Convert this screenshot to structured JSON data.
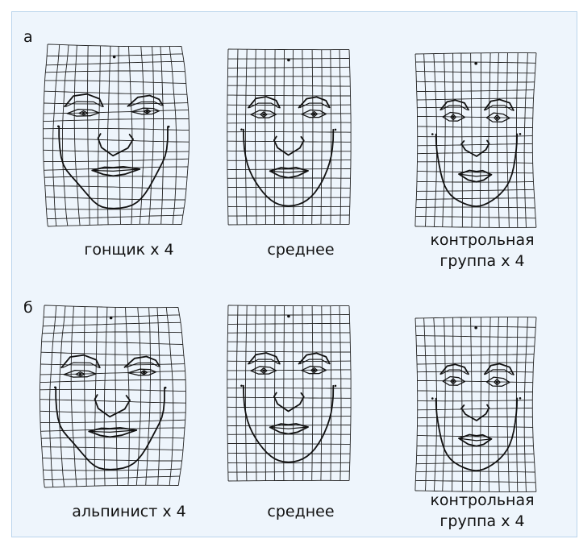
{
  "rows": [
    {
      "label": "а",
      "panels": [
        {
          "caption": [
            "гонщик x 4"
          ],
          "variant": "exaggerated"
        },
        {
          "caption": [
            "среднее"
          ],
          "variant": "average"
        },
        {
          "caption": [
            "контрольная",
            "группа x 4"
          ],
          "variant": "control"
        }
      ]
    },
    {
      "label": "б",
      "panels": [
        {
          "caption": [
            "альпинист x 4"
          ],
          "variant": "exaggerated"
        },
        {
          "caption": [
            "среднее"
          ],
          "variant": "average"
        },
        {
          "caption": [
            "контрольная",
            "группа x 4"
          ],
          "variant": "control"
        }
      ]
    }
  ],
  "colors": {
    "background": "#eef5fc",
    "border": "#b9d4ec",
    "grid": "#222222",
    "face": "#111111"
  }
}
